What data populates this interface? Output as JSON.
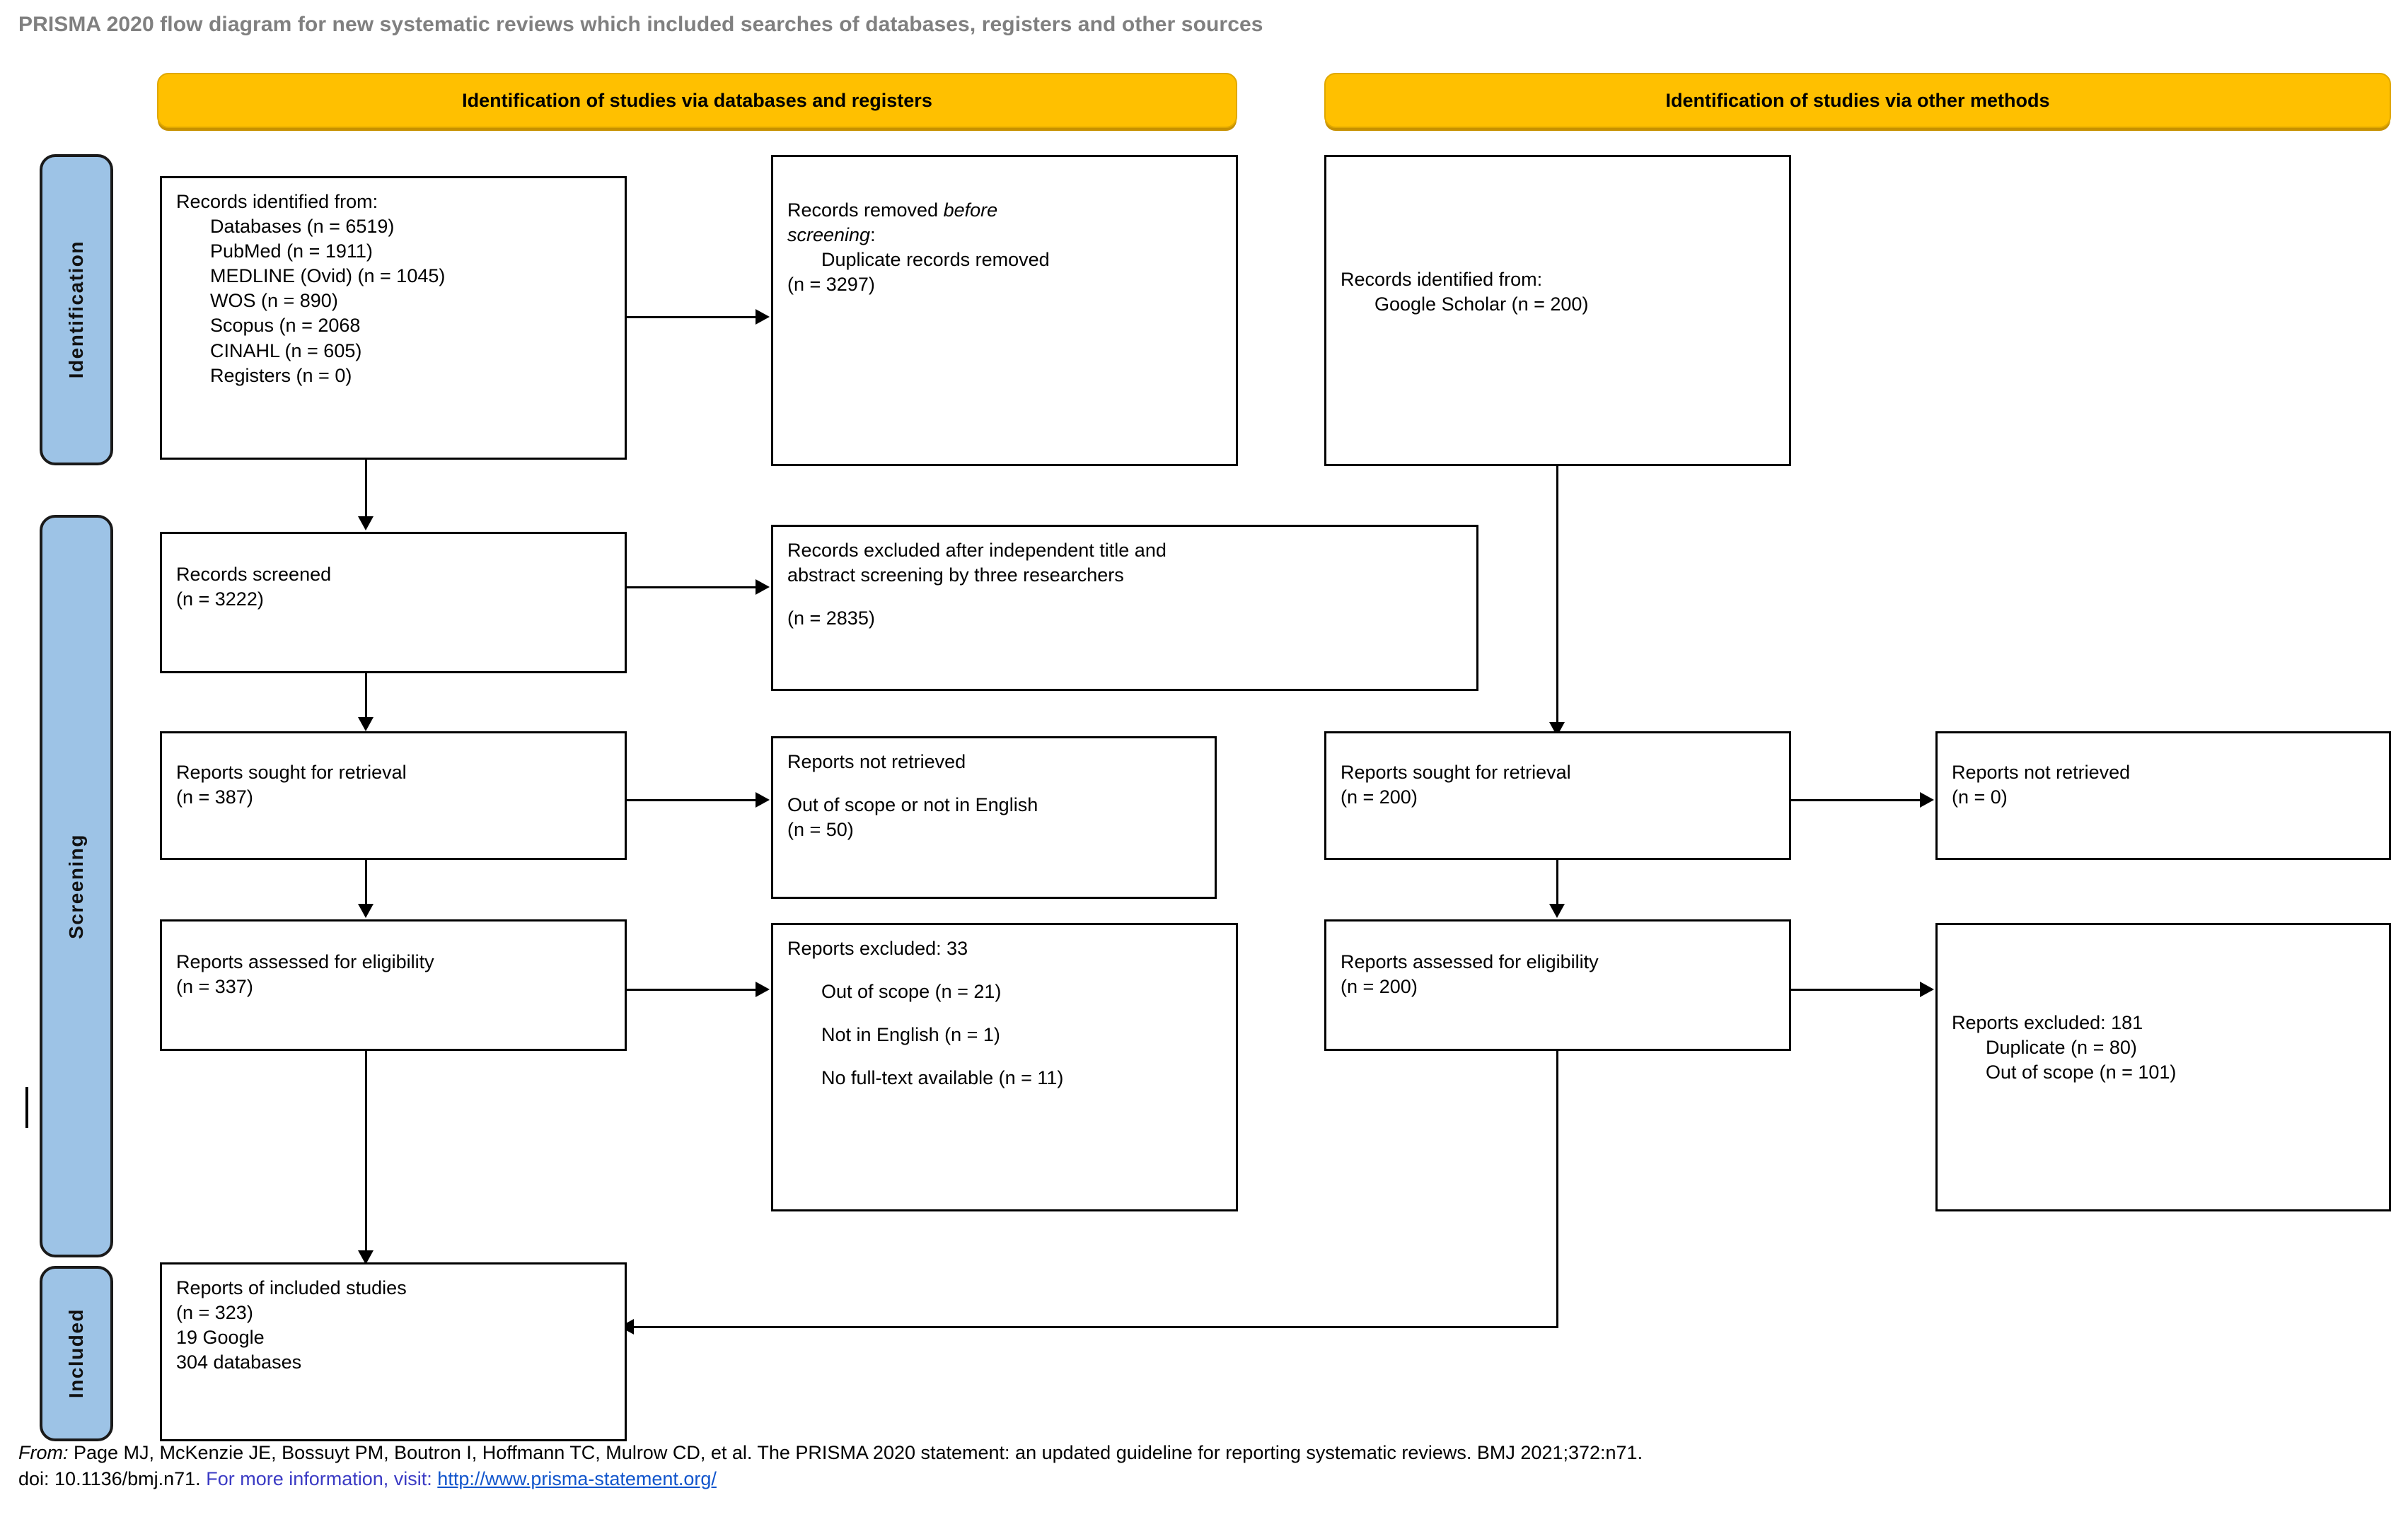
{
  "title": "PRISMA 2020 flow diagram for new systematic reviews which included searches of databases, registers and other sources",
  "colors": {
    "header_orange": "#FFC000",
    "stage_blue": "#9DC3E6",
    "title_grey": "#808080",
    "link_blue": "#1155CC",
    "footer_blue": "#3B3BC4"
  },
  "column_headers": {
    "left": "Identification of studies via databases and registers",
    "right": "Identification of studies via other methods"
  },
  "stage_labels": {
    "identification": "Identification",
    "screening": "Screening",
    "included": "Included"
  },
  "boxes": {
    "records_identified": {
      "heading": "Records identified from:",
      "items": [
        "Databases (n = 6519)",
        "PubMed (n = 1911)",
        "MEDLINE (Ovid) (n = 1045)",
        "WOS (n = 890)",
        "Scopus (n = 2068",
        "CINAHL (n = 605)",
        "Registers (n = 0)"
      ]
    },
    "records_removed": {
      "line1": "Records removed ",
      "italic1": "before",
      "italic2": "screening",
      "colon": ":",
      "item1": "Duplicate records removed",
      "item2": "(n = 3297)"
    },
    "records_identified_other": {
      "heading": "Records identified from:",
      "items": [
        "Google Scholar (n = 200)"
      ]
    },
    "records_screened": {
      "line1": "Records screened",
      "line2": "(n = 3222)"
    },
    "records_excluded": {
      "line1": "Records excluded after independent title and",
      "line2": "abstract screening by three researchers",
      "line3": "(n = 2835)"
    },
    "reports_sought_left": {
      "line1": "Reports sought for retrieval",
      "line2": "(n = 387)"
    },
    "reports_not_retrieved_left": {
      "line1": "Reports not retrieved",
      "line2": "Out of scope or not in English",
      "line3": "(n = 50)"
    },
    "reports_sought_right": {
      "line1": "Reports sought for retrieval",
      "line2": "(n = 200)"
    },
    "reports_not_retrieved_right": {
      "line1": "Reports not retrieved",
      "line2": "(n = 0)"
    },
    "reports_assessed_left": {
      "line1": "Reports assessed for eligibility",
      "line2": "(n = 337)"
    },
    "reports_excluded_left": {
      "heading": "Reports excluded: 33",
      "items": [
        "Out of scope (n = 21)",
        "Not in English (n = 1)",
        "No full-text available (n = 11)"
      ]
    },
    "reports_assessed_right": {
      "line1": "Reports assessed for eligibility",
      "line2": "(n = 200)"
    },
    "reports_excluded_right": {
      "heading": "Reports excluded: 181",
      "items": [
        "Duplicate (n = 80)",
        "Out of scope (n = 101)"
      ]
    },
    "included_studies": {
      "line1": "Reports of included studies",
      "line2": "(n = 323)",
      "line3": "19 Google",
      "line4": "304 databases"
    }
  },
  "footer": {
    "from_label": "From:",
    "citation": "  Page MJ, McKenzie JE, Bossuyt PM, Boutron I, Hoffmann TC, Mulrow CD, et al. The PRISMA 2020 statement: an updated guideline for reporting systematic reviews. BMJ 2021;372:n71.",
    "doi": "doi: 10.1136/bmj.n71. ",
    "more_info": "For more information, visit: ",
    "url": "http://www.prisma-statement.org/"
  }
}
